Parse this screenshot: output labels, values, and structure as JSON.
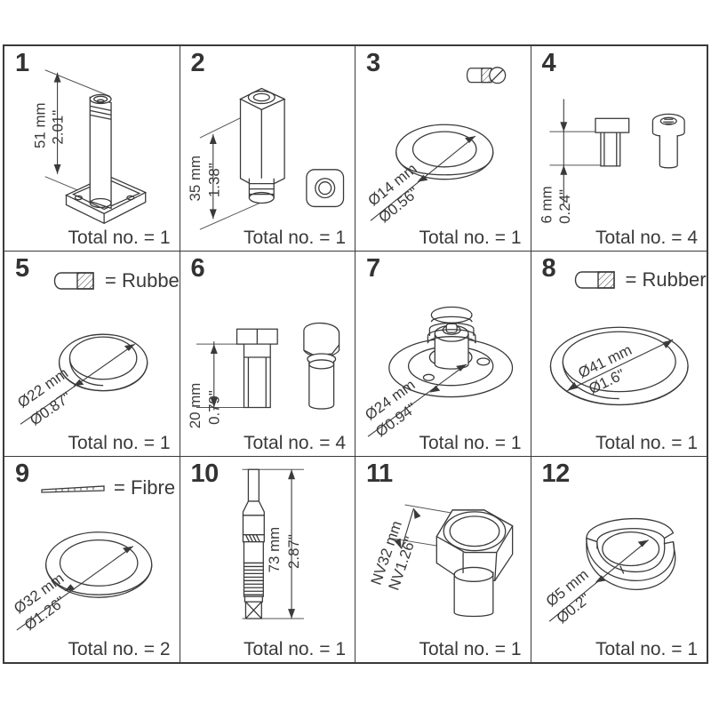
{
  "document": {
    "type": "parts-list-exploded-diagram",
    "grid": {
      "columns": 4,
      "rows": 3,
      "cell_count": 12
    },
    "total_label_prefix": "Total no. = "
  },
  "cells": [
    {
      "number": "1",
      "part": "cylindrical-post-with-square-base",
      "dimension_mm": "51 mm",
      "dimension_in": "2.01\"",
      "total": "Total no. = 1",
      "legend": null
    },
    {
      "number": "2",
      "part": "hex-standoff-spacer",
      "dimension_mm": "35 mm",
      "dimension_in": "1.38\"",
      "total": "Total no. = 1",
      "legend": null
    },
    {
      "number": "3",
      "part": "rubber-o-ring-small",
      "dimension_mm": "Ø14 mm",
      "dimension_in": "Ø0.56\"",
      "total": "Total no. = 1",
      "legend": {
        "symbol": "rubber-section-symbol",
        "text": null
      }
    },
    {
      "number": "4",
      "part": "socket-head-screw-short",
      "dimension_mm": "6 mm",
      "dimension_in": "0.24\"",
      "total": "Total no. = 4",
      "legend": null
    },
    {
      "number": "5",
      "part": "rubber-o-ring-medium",
      "dimension_mm": "Ø22 mm",
      "dimension_in": "Ø0.87\"",
      "total": "Total no. = 1",
      "legend": {
        "symbol": "rubber-section-symbol",
        "text": "= Rubber"
      }
    },
    {
      "number": "6",
      "part": "hex-head-bolt",
      "dimension_mm": "20 mm",
      "dimension_in": "0.79\"",
      "total": "Total no. = 4",
      "legend": null
    },
    {
      "number": "7",
      "part": "spring-valve-assembly-on-flange",
      "dimension_mm": "Ø24 mm",
      "dimension_in": "Ø0.94\"",
      "total": "Total no. = 1",
      "legend": null
    },
    {
      "number": "8",
      "part": "rubber-o-ring-large",
      "dimension_mm": "Ø41 mm",
      "dimension_in": "Ø1.6\"",
      "total": "Total no. = 1",
      "legend": {
        "symbol": "rubber-section-symbol",
        "text": "= Rubber"
      }
    },
    {
      "number": "9",
      "part": "fibre-washer",
      "dimension_mm": "Ø32 mm",
      "dimension_in": "Ø1.26\"",
      "total": "Total no. = 2",
      "legend": {
        "symbol": "fibre-section-symbol",
        "text": "= Fibre"
      }
    },
    {
      "number": "10",
      "part": "stepped-threaded-shaft",
      "dimension_mm": "73 mm",
      "dimension_in": "2.87\"",
      "total": "Total no. = 1",
      "legend": null
    },
    {
      "number": "11",
      "part": "hex-nut-fitting",
      "dimension_mm": "NV32 mm",
      "dimension_in": "NV1.26\"",
      "total": "Total no. = 1",
      "legend": null
    },
    {
      "number": "12",
      "part": "split-lock-washer",
      "dimension_mm": "Ø5 mm",
      "dimension_in": "Ø0.2\"",
      "total": "Total no. = 1",
      "legend": null
    }
  ],
  "colors": {
    "line": "#3a3a3a",
    "background": "#ffffff",
    "text": "#3a3a3a",
    "number": "#333333"
  }
}
